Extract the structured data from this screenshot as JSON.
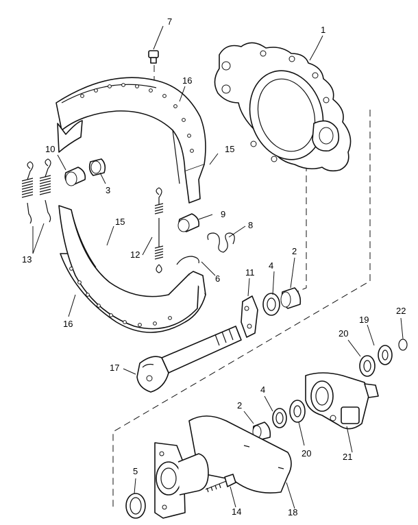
{
  "callouts": [
    {
      "id": "c1",
      "text": "1"
    },
    {
      "id": "c2a",
      "text": "2"
    },
    {
      "id": "c2b",
      "text": "2"
    },
    {
      "id": "c3",
      "text": "3"
    },
    {
      "id": "c4a",
      "text": "4"
    },
    {
      "id": "c4b",
      "text": "4"
    },
    {
      "id": "c5",
      "text": "5"
    },
    {
      "id": "c6",
      "text": "6"
    },
    {
      "id": "c7",
      "text": "7"
    },
    {
      "id": "c8",
      "text": "8"
    },
    {
      "id": "c9",
      "text": "9"
    },
    {
      "id": "c10",
      "text": "10"
    },
    {
      "id": "c11",
      "text": "11"
    },
    {
      "id": "c12",
      "text": "12"
    },
    {
      "id": "c13",
      "text": "13"
    },
    {
      "id": "c14",
      "text": "14"
    },
    {
      "id": "c15a",
      "text": "15"
    },
    {
      "id": "c15b",
      "text": "15"
    },
    {
      "id": "c16a",
      "text": "16"
    },
    {
      "id": "c16b",
      "text": "16"
    },
    {
      "id": "c17",
      "text": "17"
    },
    {
      "id": "c18",
      "text": "18"
    },
    {
      "id": "c19",
      "text": "19"
    },
    {
      "id": "c20a",
      "text": "20"
    },
    {
      "id": "c20b",
      "text": "20"
    },
    {
      "id": "c21",
      "text": "21"
    },
    {
      "id": "c22",
      "text": "22"
    }
  ]
}
